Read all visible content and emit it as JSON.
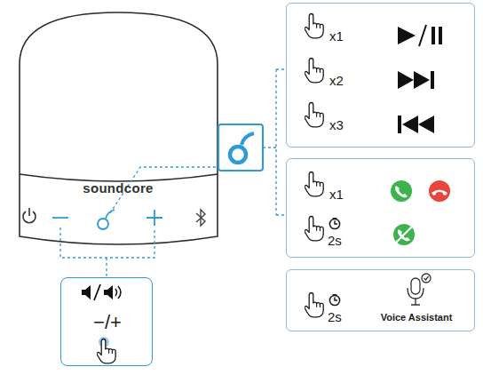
{
  "diagram": {
    "nodes": [
      {
        "text": [
          "x1",
          "x2",
          "x3"
        ]
      },
      {
        "text": [
          "x1",
          "2s"
        ]
      },
      {
        "text": [
          "2s",
          "Voice Assistant"
        ]
      },
      {
        "text": [
          "−/+"
        ]
      }
    ],
    "labels": [
      "soundcore"
    ]
  }
}
